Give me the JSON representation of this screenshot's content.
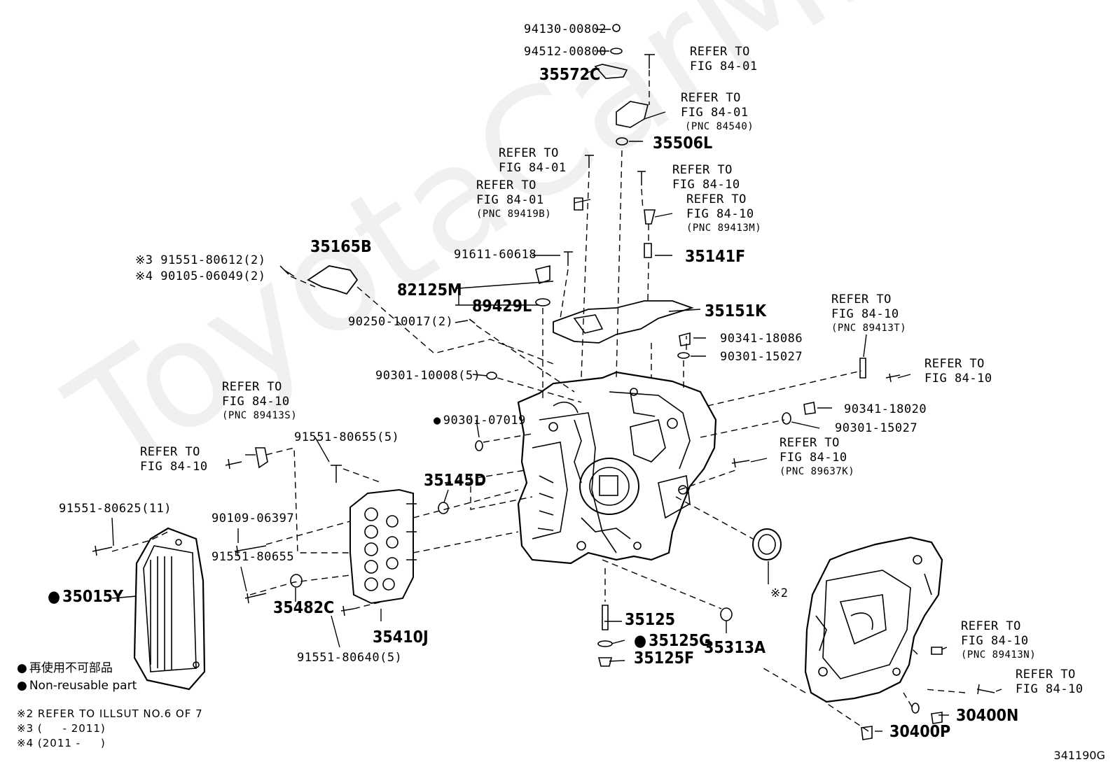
{
  "watermark": "ToyotaCarMine.ru",
  "figure_code": "341190G",
  "parts": {
    "p94130": "94130-00802",
    "p94512": "94512-00800",
    "p35572C": "35572C",
    "p35506L": "35506L",
    "p91611": "91611-60618",
    "p82125M": "82125M",
    "p89429L": "89429L",
    "p90250": "90250-10017(2)",
    "p35165B": "35165B",
    "p91551_80612": "※3 91551-80612(2)",
    "p90105": "※4 90105-06049(2)",
    "p35141F": "35141F",
    "p35151K": "35151K",
    "p90341_18086": "90341-18086",
    "p90301_15027a": "90301-15027",
    "p90301_10008": "90301-10008(5)",
    "p90301_07019": "90301-07019",
    "p91551_80655_5": "91551-80655(5)",
    "p35145D": "35145D",
    "p91551_80625": "91551-80625(11)",
    "p90109": "90109-06397",
    "p91551_80655": "91551-80655",
    "p35015Y": "35015Y",
    "p35482C": "35482C",
    "p35410J": "35410J",
    "p91551_80640": "91551-80640(5)",
    "p35125": "35125",
    "p35125G": "35125G",
    "p35125F": "35125F",
    "p35313A": "35313A",
    "p90341_18020": "90341-18020",
    "p90301_15027b": "90301-15027",
    "p30400N": "30400N",
    "p30400P": "30400P",
    "p_note2": "※2"
  },
  "refs": {
    "r1": [
      "REFER TO",
      "FIG 84-01"
    ],
    "r2": [
      "REFER TO",
      "FIG 84-01",
      "(PNC 84540)"
    ],
    "r3": [
      "REFER TO",
      "FIG 84-01"
    ],
    "r4": [
      "REFER TO",
      "FIG 84-01",
      "(PNC 89419B)"
    ],
    "r5": [
      "REFER TO",
      "FIG 84-10"
    ],
    "r6": [
      "REFER TO",
      "FIG 84-10",
      "(PNC 89413M)"
    ],
    "r7": [
      "REFER TO",
      "FIG 84-10",
      "(PNC 89413T)"
    ],
    "r8": [
      "REFER TO",
      "FIG 84-10"
    ],
    "r9": [
      "REFER TO",
      "FIG 84-10",
      "(PNC 89413S)"
    ],
    "r10": [
      "REFER TO",
      "FIG 84-10"
    ],
    "r11": [
      "REFER TO",
      "FIG 84-10",
      "(PNC 89637K)"
    ],
    "r12": [
      "REFER TO",
      "FIG 84-10",
      "(PNC 89413N)"
    ],
    "r13": [
      "REFER TO",
      "FIG 84-10"
    ]
  },
  "legend": {
    "jp": "再使用不可部品",
    "en": "Non-reusable part"
  },
  "notes": {
    "n2": "※2 REFER TO ILLSUT NO.6 OF 7",
    "n3": "※3 (     - 2011)",
    "n4": "※4 (2011 -     )"
  }
}
